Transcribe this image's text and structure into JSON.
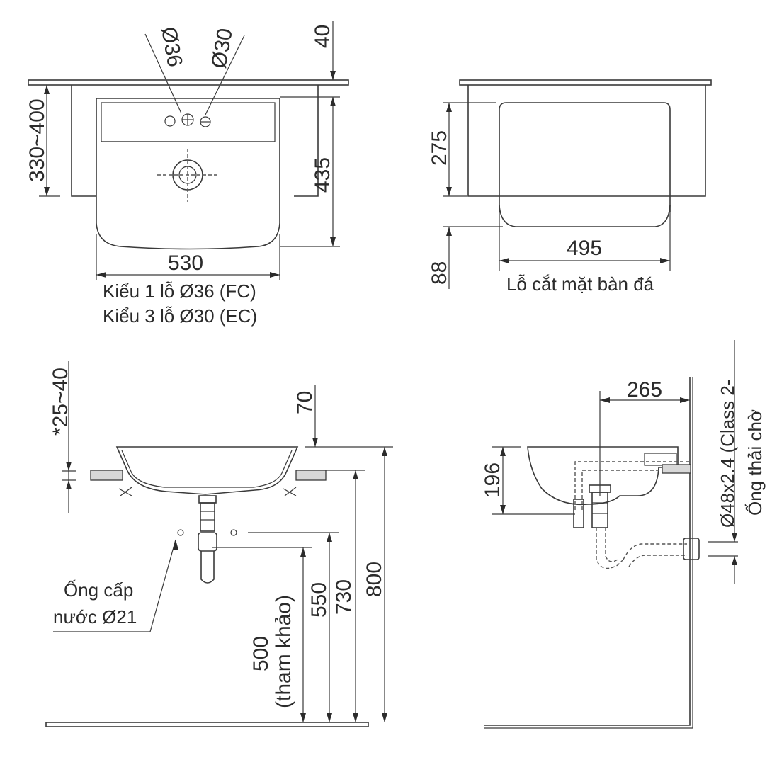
{
  "drawing": {
    "title": "Basin technical dimension drawing",
    "units": "mm"
  },
  "top_view": {
    "dim_holes": [
      "Ø36",
      "Ø30"
    ],
    "dim_top_offset": "40",
    "dim_wall_height": "330~400",
    "dim_depth": "435",
    "dim_width": "530",
    "caption_line1": "Kiểu 1 lỗ Ø36 (FC)",
    "caption_line2": "Kiểu 3 lỗ Ø30 (EC)"
  },
  "cutout_view": {
    "dim_height": "275",
    "dim_front": "88",
    "dim_width": "495",
    "caption": "Lỗ cắt mặt bàn đá"
  },
  "front_view": {
    "dim_counter_thickness": "*25~40",
    "dim_rim": "70",
    "dim_heights": [
      "500",
      "550",
      "730",
      "800"
    ],
    "label_reference": "(tham khảo)",
    "supply_label_line1": "Ống cấp",
    "supply_label_line2": "nước Ø21"
  },
  "side_view": {
    "dim_offset": "265",
    "dim_depth": "196",
    "drain_label_line1": "Ø48x2.4 (Class 2-",
    "drain_label_line2": "Ống thải chờ"
  }
}
